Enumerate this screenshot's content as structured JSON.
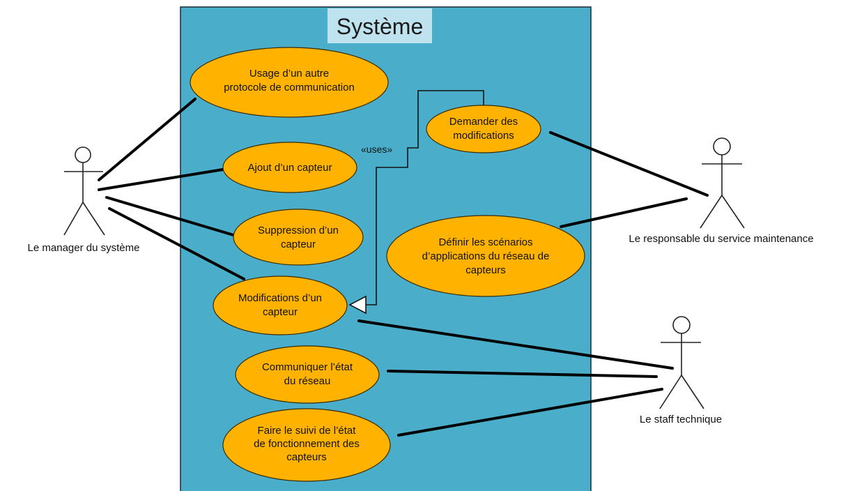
{
  "system": {
    "title": "Système"
  },
  "actors": {
    "manager": {
      "label": "Le manager du système"
    },
    "maintenance": {
      "label": "Le responsable du service maintenance"
    },
    "staff": {
      "label": "Le staff technique"
    }
  },
  "use_cases": {
    "protocole": {
      "lines": [
        "Usage d’un autre",
        "protocole de communication"
      ]
    },
    "ajout": {
      "lines": [
        "Ajout d’un capteur"
      ]
    },
    "suppression": {
      "lines": [
        "Suppression d’un",
        "capteur"
      ]
    },
    "modifications": {
      "lines": [
        "Modifications d’un",
        "capteur"
      ]
    },
    "communiquer": {
      "lines": [
        "Communiquer l’état",
        "du réseau"
      ]
    },
    "suivi": {
      "lines": [
        "Faire le suivi de l’état",
        "de fonctionnement des",
        "capteurs"
      ]
    },
    "demander": {
      "lines": [
        "Demander des",
        "modifications"
      ]
    },
    "definir": {
      "lines": [
        "Définir les scénarios",
        "d’applications du réseau de",
        "capteurs"
      ]
    }
  },
  "relations": {
    "uses_label": "«uses»"
  },
  "colors": {
    "system_fill": "#4aaecb",
    "use_case_fill": "#ffb300",
    "title_fill": "#bfe3ee"
  }
}
